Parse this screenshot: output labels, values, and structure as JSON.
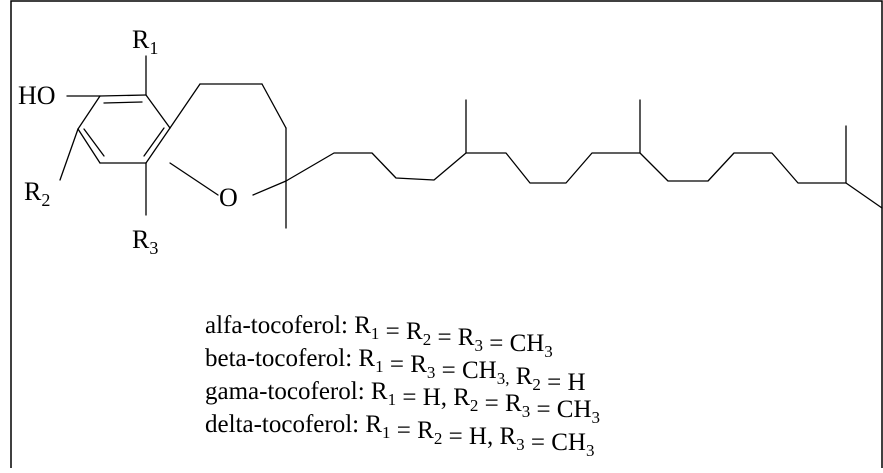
{
  "structure": {
    "labels": {
      "ho": "HO",
      "ring_oxygen": "O",
      "r1": {
        "base": "R",
        "sub": "1"
      },
      "r2": {
        "base": "R",
        "sub": "2"
      },
      "r3": {
        "base": "R",
        "sub": "3"
      }
    }
  },
  "legend": {
    "lines": [
      {
        "name": "alfa-tocoferol:",
        "parts": [
          {
            "t": " R",
            "s": "1"
          },
          {
            "t": " = R",
            "s": "2"
          },
          {
            "t": " = R",
            "s": "3"
          },
          {
            "t": " = CH",
            "s": "3"
          }
        ]
      },
      {
        "name": "beta-tocoferol:",
        "parts": [
          {
            "t": " R",
            "s": "1"
          },
          {
            "t": " = R",
            "s": "3"
          },
          {
            "t": " = CH",
            "s": "3,"
          },
          {
            "t": " R",
            "s": "2"
          },
          {
            "t": " = H",
            "s": ""
          }
        ]
      },
      {
        "name": "gama-tocoferol:",
        "parts": [
          {
            "t": " R",
            "s": "1"
          },
          {
            "t": " = H, R",
            "s": "2"
          },
          {
            "t": " = R",
            "s": "3"
          },
          {
            "t": " = CH",
            "s": "3"
          }
        ]
      },
      {
        "name": "delta-tocoferol:",
        "parts": [
          {
            "t": " R",
            "s": "1"
          },
          {
            "t": " = R",
            "s": "2"
          },
          {
            "t": " = H, R",
            "s": "3"
          },
          {
            "t": " = CH",
            "s": "3"
          }
        ]
      }
    ]
  }
}
